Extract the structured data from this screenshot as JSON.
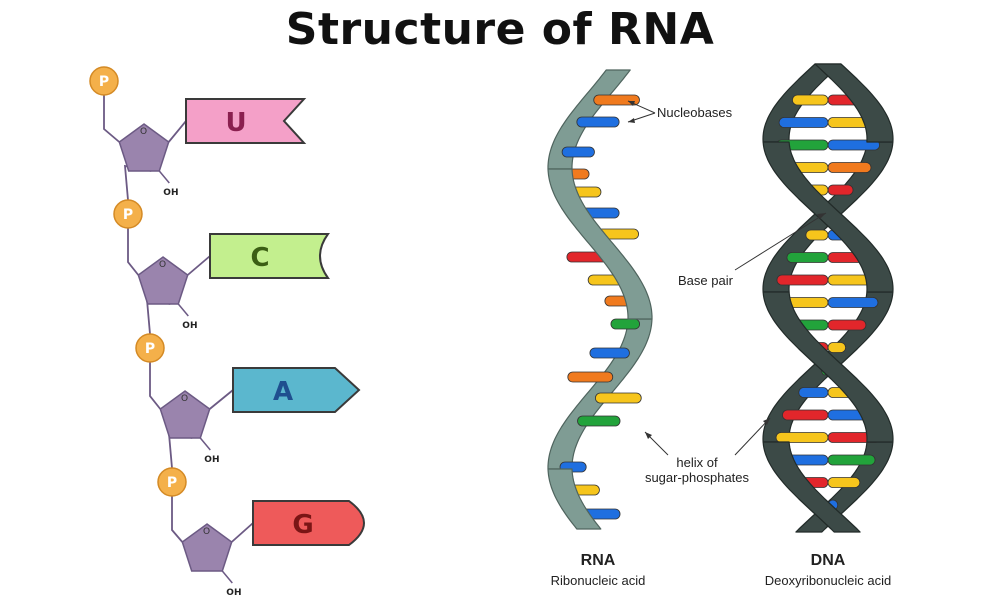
{
  "title": "Structure of RNA",
  "strand": {
    "phosphate_label": "P",
    "oxygen_label": "O",
    "hydroxyl_label": "OH",
    "nucleotides": [
      {
        "base": "U",
        "fill": "#f4a0c8",
        "text_color": "#8a1f4f"
      },
      {
        "base": "C",
        "fill": "#c3ef8e",
        "text_color": "#3b5e14"
      },
      {
        "base": "A",
        "fill": "#5bb7ce",
        "text_color": "#1f4f8f"
      },
      {
        "base": "G",
        "fill": "#ee5a5a",
        "text_color": "#7a1515"
      }
    ],
    "colors": {
      "phosphate": "#f4b04a",
      "sugar": "#9a84ad"
    }
  },
  "helices": {
    "nucleobases_label": "Nucleobases",
    "base_pair_label": "Base pair",
    "helix_label_1": "helix of",
    "helix_label_2": "sugar-phosphates",
    "rna": {
      "name": "RNA",
      "full_name": "Ribonucleic acid",
      "color": "#7f9c94"
    },
    "dna": {
      "name": "DNA",
      "full_name": "Deoxyribonucleic acid",
      "color": "#3c4a47"
    },
    "base_colors": [
      "#f07a1e",
      "#1f6fe0",
      "#f6c51c",
      "#e2262b",
      "#22a33b"
    ]
  }
}
